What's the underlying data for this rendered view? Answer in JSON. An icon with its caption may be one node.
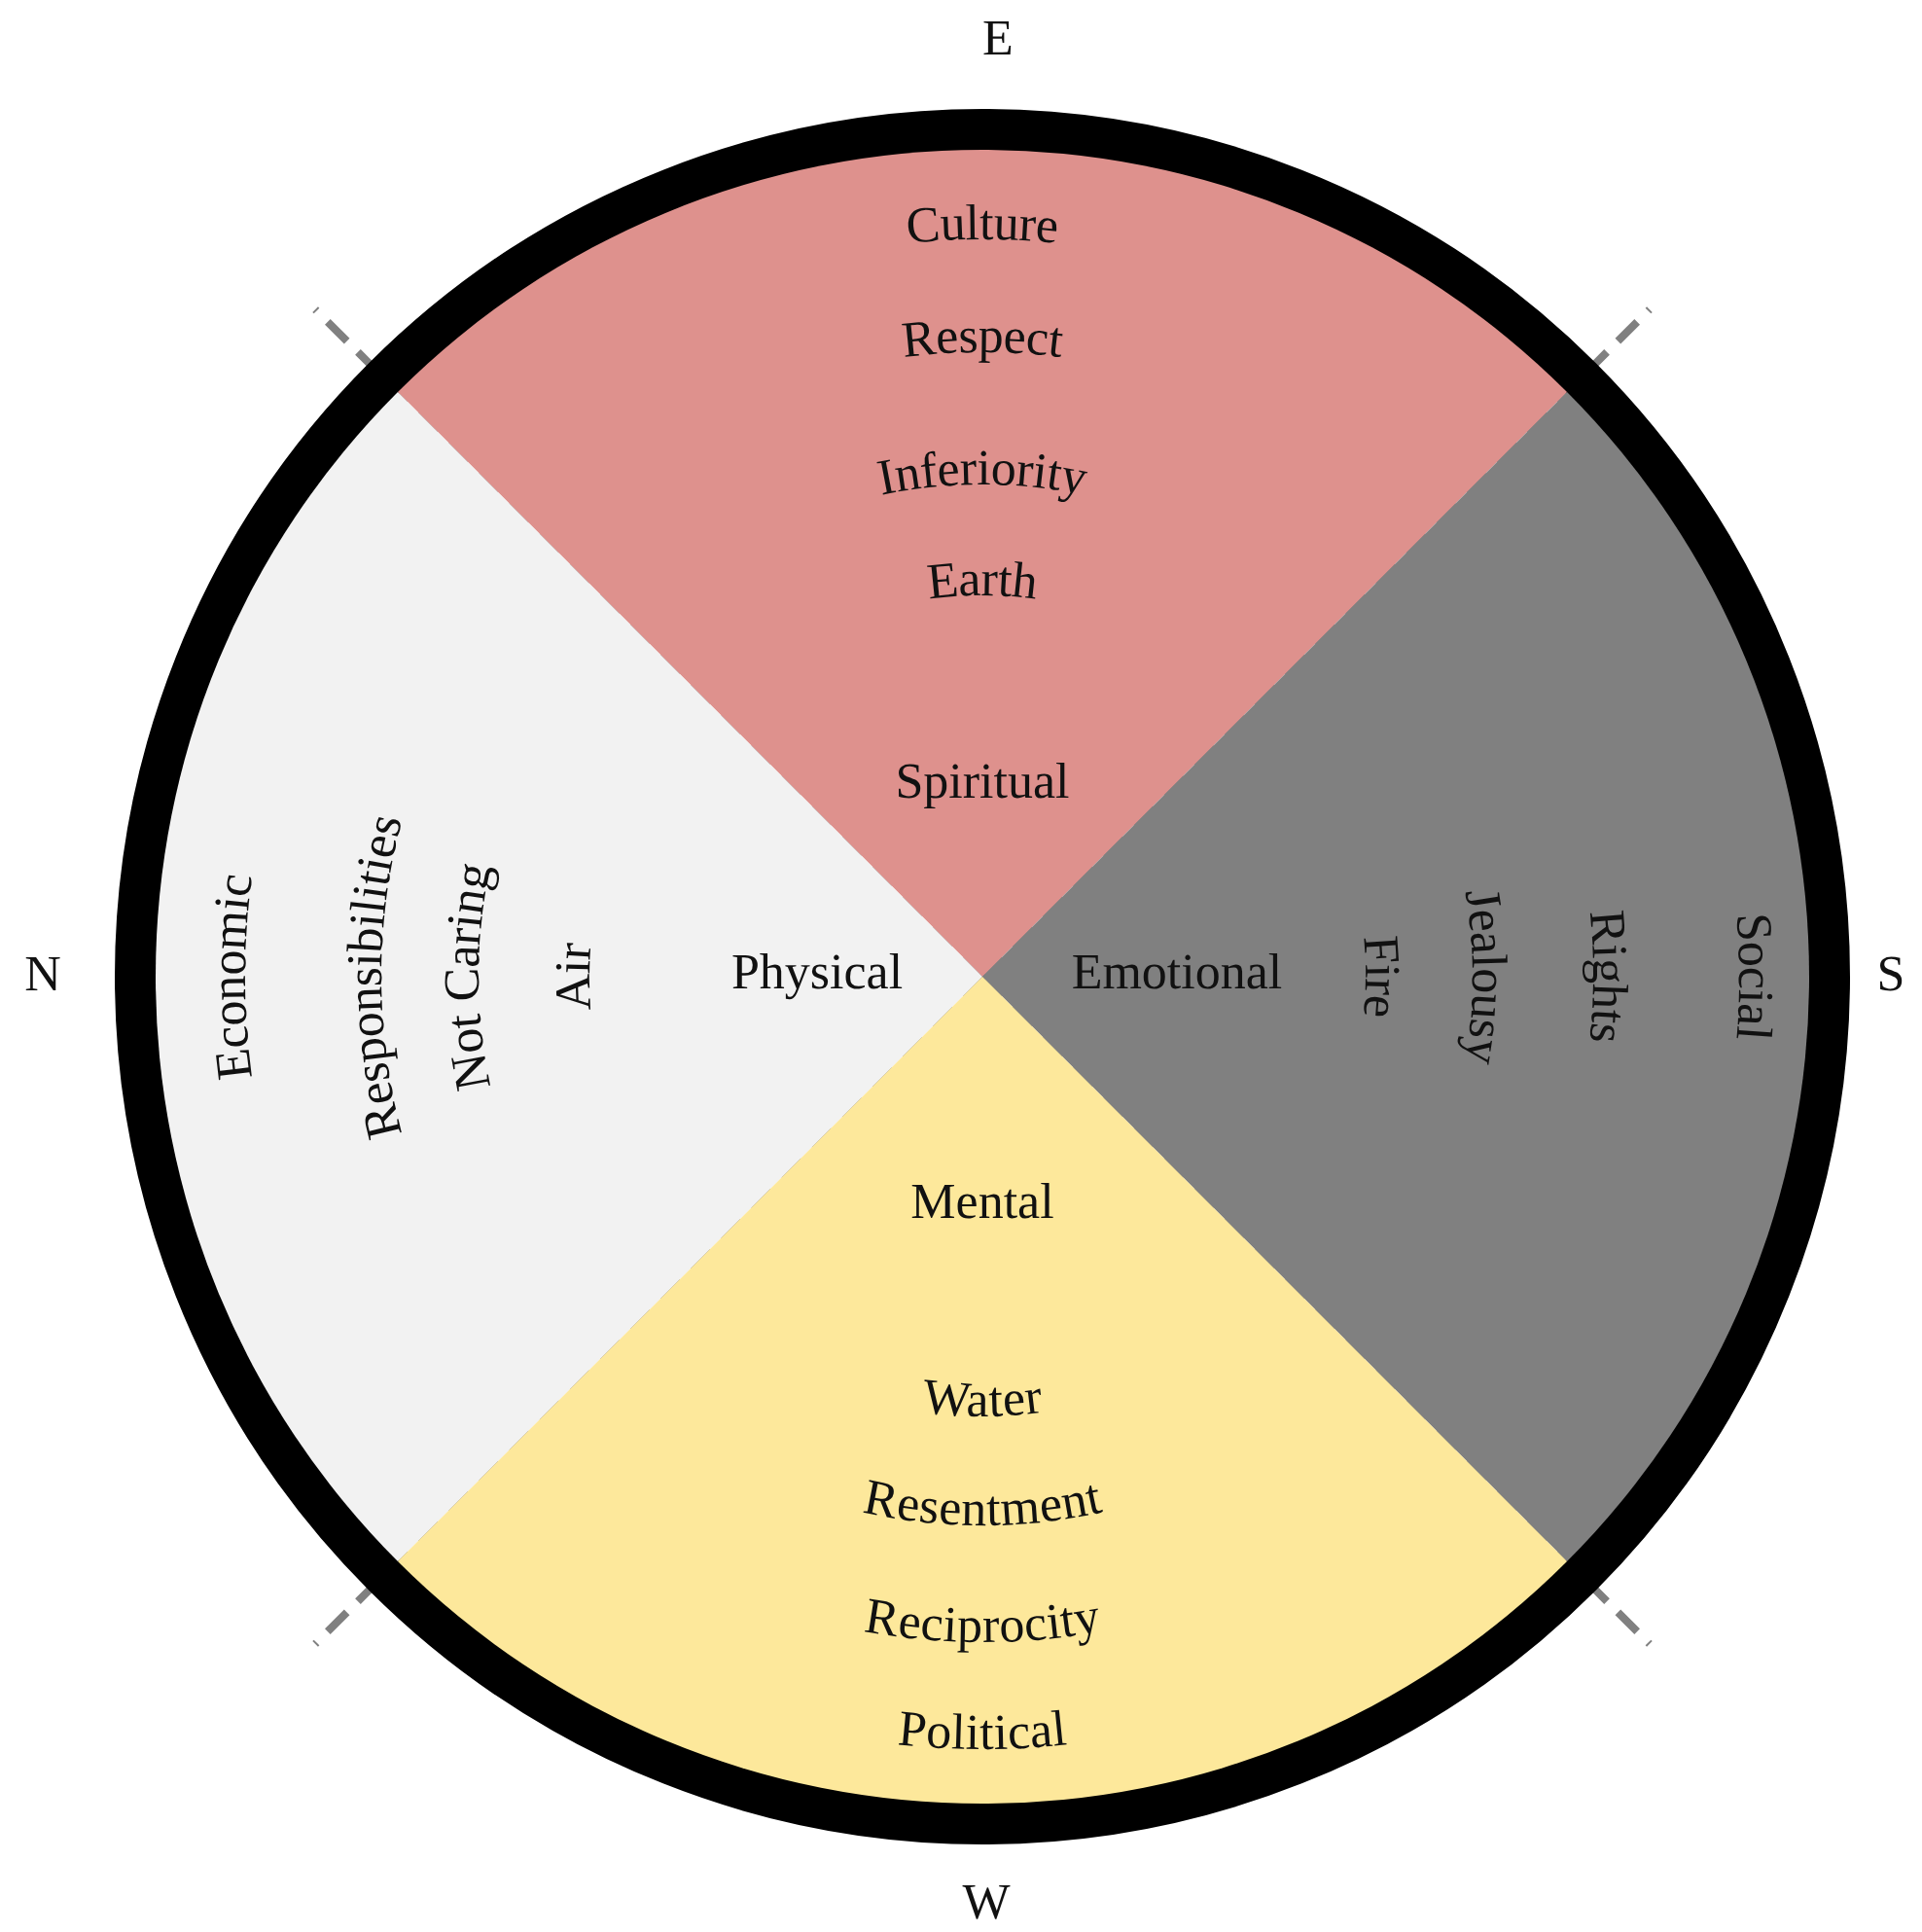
{
  "diagram": {
    "nodes": [
      {
        "text": [
          "Culture",
          "Respect",
          "Inferiority",
          "Earth",
          "Spiritual"
        ]
      },
      {
        "text": [
          "Economic",
          "Responsibilities",
          "Not Caring",
          "Air",
          "Physical"
        ]
      },
      {
        "text": [
          "Emotional",
          "Fire",
          "Jealousy",
          "Rights",
          "Social"
        ]
      },
      {
        "text": [
          "Mental",
          "Water",
          "Resentment",
          "Reciprocity",
          "Political"
        ]
      }
    ],
    "labels": [
      "E",
      "N",
      "S",
      "W"
    ]
  }
}
